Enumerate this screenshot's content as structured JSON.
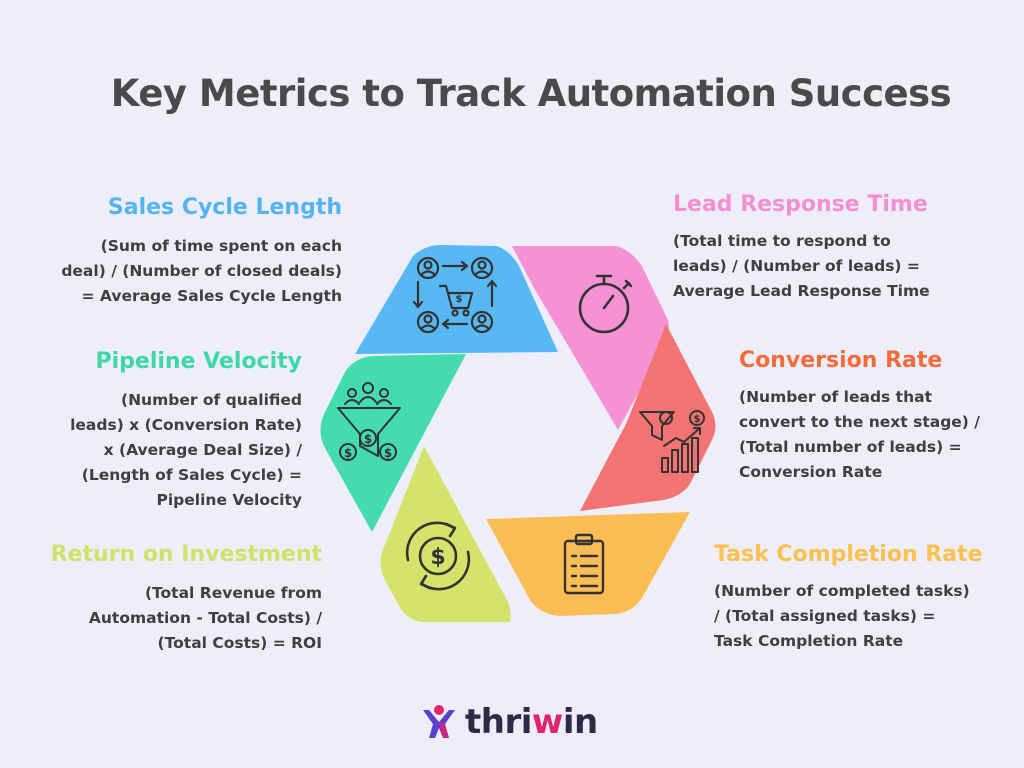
{
  "title": "Key Metrics to Track Automation Success",
  "metrics": [
    {
      "name": "Sales Cycle Length",
      "color": "#54b4ef",
      "formula": [
        "(Sum of time spent on each",
        "deal) / (Number of closed deals)",
        "= Average Sales Cycle Length"
      ],
      "icon": "people-cart-cycle-icon"
    },
    {
      "name": "Lead Response Time",
      "color": "#f38fd3",
      "formula": [
        "(Total time to respond to",
        "leads) / (Number of leads) =",
        "Average Lead Response Time"
      ],
      "icon": "stopwatch-icon"
    },
    {
      "name": "Pipeline Velocity",
      "color": "#3fd7a8",
      "formula": [
        "(Number of qualified",
        "leads) x (Conversion Rate)",
        "x (Average Deal Size) /",
        "(Length of Sales Cycle) =",
        "Pipeline Velocity"
      ],
      "icon": "funnel-people-money-icon"
    },
    {
      "name": "Conversion Rate",
      "color": "#f26b3b",
      "formula": [
        "(Number of leads that",
        "convert to the next stage) /",
        "(Total number of leads) =",
        "Conversion Rate"
      ],
      "icon": "funnel-growth-chart-icon"
    },
    {
      "name": "Return on Investment",
      "color": "#cde267",
      "formula": [
        "(Total Revenue from",
        "Automation - Total Costs) /",
        "(Total Costs) = ROI"
      ],
      "icon": "dollar-cycle-icon"
    },
    {
      "name": "Task Completion Rate",
      "color": "#fcc04f",
      "formula": [
        "(Number of completed tasks)",
        "/ (Total assigned tasks) =",
        "Task Completion Rate"
      ],
      "icon": "clipboard-checklist-icon"
    }
  ],
  "segment_colors": {
    "blue": "#58b8f5",
    "pink": "#f592d6",
    "red": "#f47373",
    "orange": "#fdbd55",
    "lime": "#d3e26a",
    "green": "#44dcae"
  },
  "logo": {
    "prefix": "thri",
    "accent": "w",
    "suffix": "in"
  }
}
